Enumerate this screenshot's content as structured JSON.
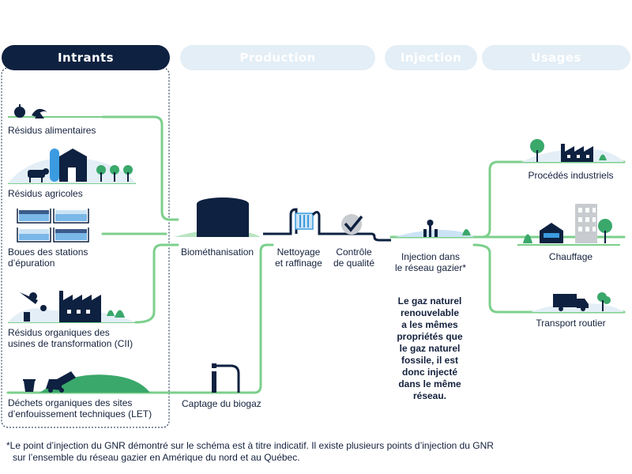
{
  "tabs": [
    {
      "label": "Intrants"
    },
    {
      "label": "Production"
    },
    {
      "label": "Injection"
    },
    {
      "label": "Usages"
    }
  ],
  "inputs": {
    "food_waste": "Résidus alimentaires",
    "agri_waste": "Résidus agricoles",
    "sludge": [
      "Boues des stations",
      "d’épuration"
    ],
    "cii": [
      "Résidus organiques des",
      "usines de transformation (CII)"
    ],
    "let": [
      "Déchets organiques des sites",
      "d’enfouissement techniques (LET)"
    ]
  },
  "production": {
    "digester": "Biométhanisation",
    "cleaning": [
      "Nettoyage",
      "et raffinage"
    ],
    "quality": [
      "Contrôle",
      "de qualité"
    ],
    "capture": "Captage du biogaz"
  },
  "injection": {
    "label": [
      "Injection dans",
      "le réseau gazier*"
    ],
    "note": [
      "Le gaz naturel",
      "renouvelable",
      "a les mêmes",
      "propriétés que",
      "le gaz naturel",
      "fossile, il est",
      "donc injecté",
      "dans le même",
      "réseau."
    ]
  },
  "uses": {
    "industry": "Procédés industriels",
    "heating": "Chauffage",
    "transport": "Transport routier"
  },
  "footnote": {
    "star": "*",
    "line1": "Le point d’injection du GNR démontré sur le schéma est à titre indicatif. Il existe plusieurs points d’injection du GNR",
    "line2": "sur l’ensemble du réseau gazier en Amérique du nord et au Québec."
  },
  "colors": {
    "navy": "#0e2140",
    "green": "#7ccf8c",
    "green_dark": "#3aa86b",
    "light_blue": "#e3eef6",
    "mid_blue": "#3b5c8a",
    "gray": "#9aa0a6"
  }
}
